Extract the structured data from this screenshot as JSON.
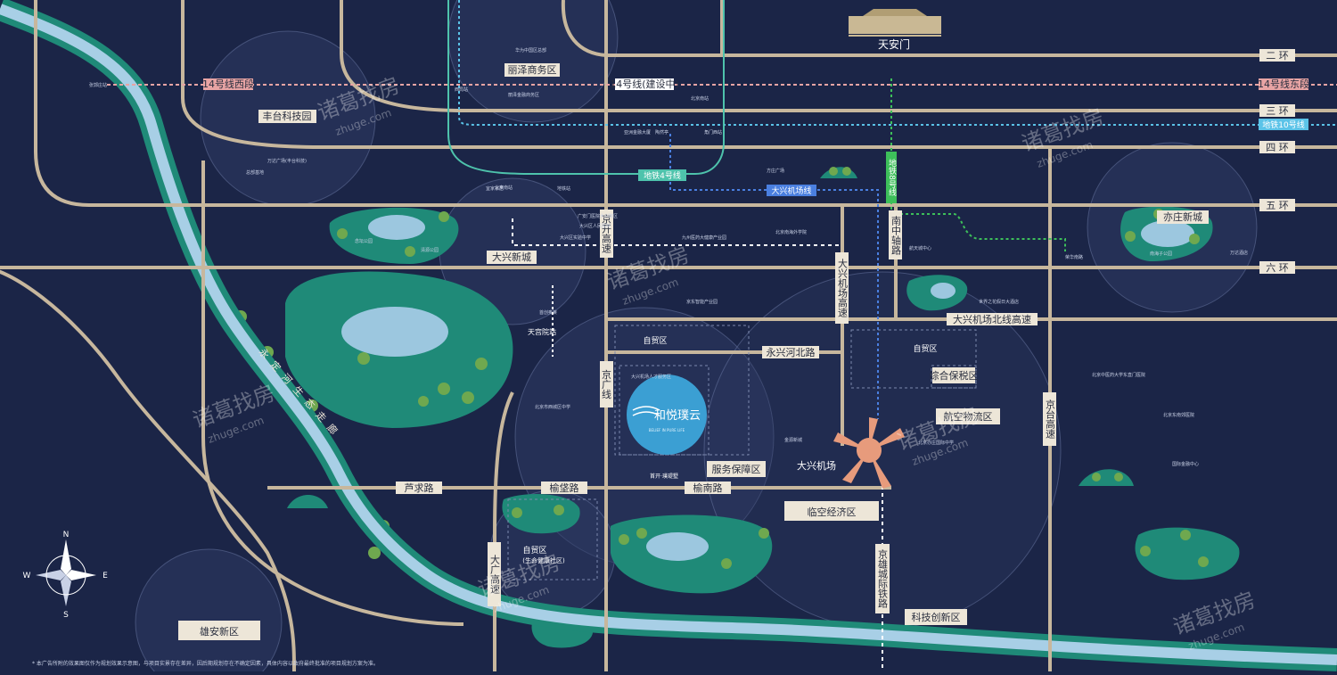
{
  "map": {
    "landmark": "天安门",
    "rings": [
      "二 环",
      "三 环",
      "四 环",
      "五 环",
      "六 环"
    ],
    "lines": {
      "line14_west": "14号线西段",
      "line14_mid": "14号线(建设中)",
      "line14_east": "14号线东段",
      "line10": "地铁10号线",
      "line4": "地铁4号线",
      "airport_line": "大兴机场线",
      "line8": "地铁8号线"
    },
    "roads": {
      "jingkai": "京开高速",
      "daxing_airport_hwy": "大兴机场高速",
      "nanzhong": "南中轴路",
      "jingtai": "京台高速",
      "airport_north": "大兴机场北线高速",
      "yongxinghebei": "永兴河北路",
      "jingguang": "京广线",
      "luqiu": "芦求路",
      "yufa": "榆垡路",
      "yunan": "榆南路",
      "daguang": "大广高速",
      "jingxiong": "京雄城际铁路"
    },
    "districts": {
      "lize": "丽泽商务区",
      "fengtai": "丰台科技园",
      "daxing": "大兴新城",
      "yizhuang": "亦庄新城",
      "xiongan": "雄安新区",
      "linkong": "临空经济区",
      "airport": "大兴机场",
      "ftz1": "自贸区",
      "ftz2": "自贸区",
      "ftz3": "自贸区",
      "ftz3_sub": "(生命健康社区)",
      "service": "服务保障区",
      "bonded": "综合保税区",
      "aviation": "航空物流区",
      "sci": "科技创新区",
      "tiangong": "天宫院站",
      "river": "永定河生态走廊"
    },
    "project": {
      "name": "和悦璞云",
      "sub": "BELIEF IN PURE LIFE",
      "label": "首开·璞瑅墅"
    },
    "watermark": {
      "text": "诸葛找房",
      "sub": "zhuge.com"
    },
    "compass": {
      "n": "N",
      "s": "S",
      "e": "E",
      "w": "W"
    },
    "small_labels": [
      "张郭庄站",
      "西局站",
      "北京南站",
      "丽泽金融商务区",
      "华为中国区总部",
      "万达广场(丰台科技)",
      "总部基地",
      "亚洲金融大厦",
      "地铁站",
      "陶然亭",
      "角门西站",
      "方庄广场",
      "大兴区人民医院",
      "广安门医院大兴院区",
      "大兴机场人才服务区",
      "北京南站",
      "北京市西城区中学",
      "宜家家居",
      "念坛公园",
      "清源公园",
      "大兴区实验中学",
      "九州医药大健康产业园",
      "北京南海外学院",
      "京东智能产业园",
      "荣华南路",
      "世界之花假日大酒店",
      "航天城中心",
      "首创奥莱",
      "南海子公园",
      "金源新城",
      "北京亦庄国际中学",
      "万达酒店",
      "北京中医药大学东直门医院",
      "北京东南郊医院",
      "国际金融中心"
    ],
    "footnote": "* 本广告所附的效果图仅作为规划效果示意图，与项目实景存在差异，因后期规划存在不确定因素，具体内容以政府最终批准的项目规划方案为准。"
  }
}
